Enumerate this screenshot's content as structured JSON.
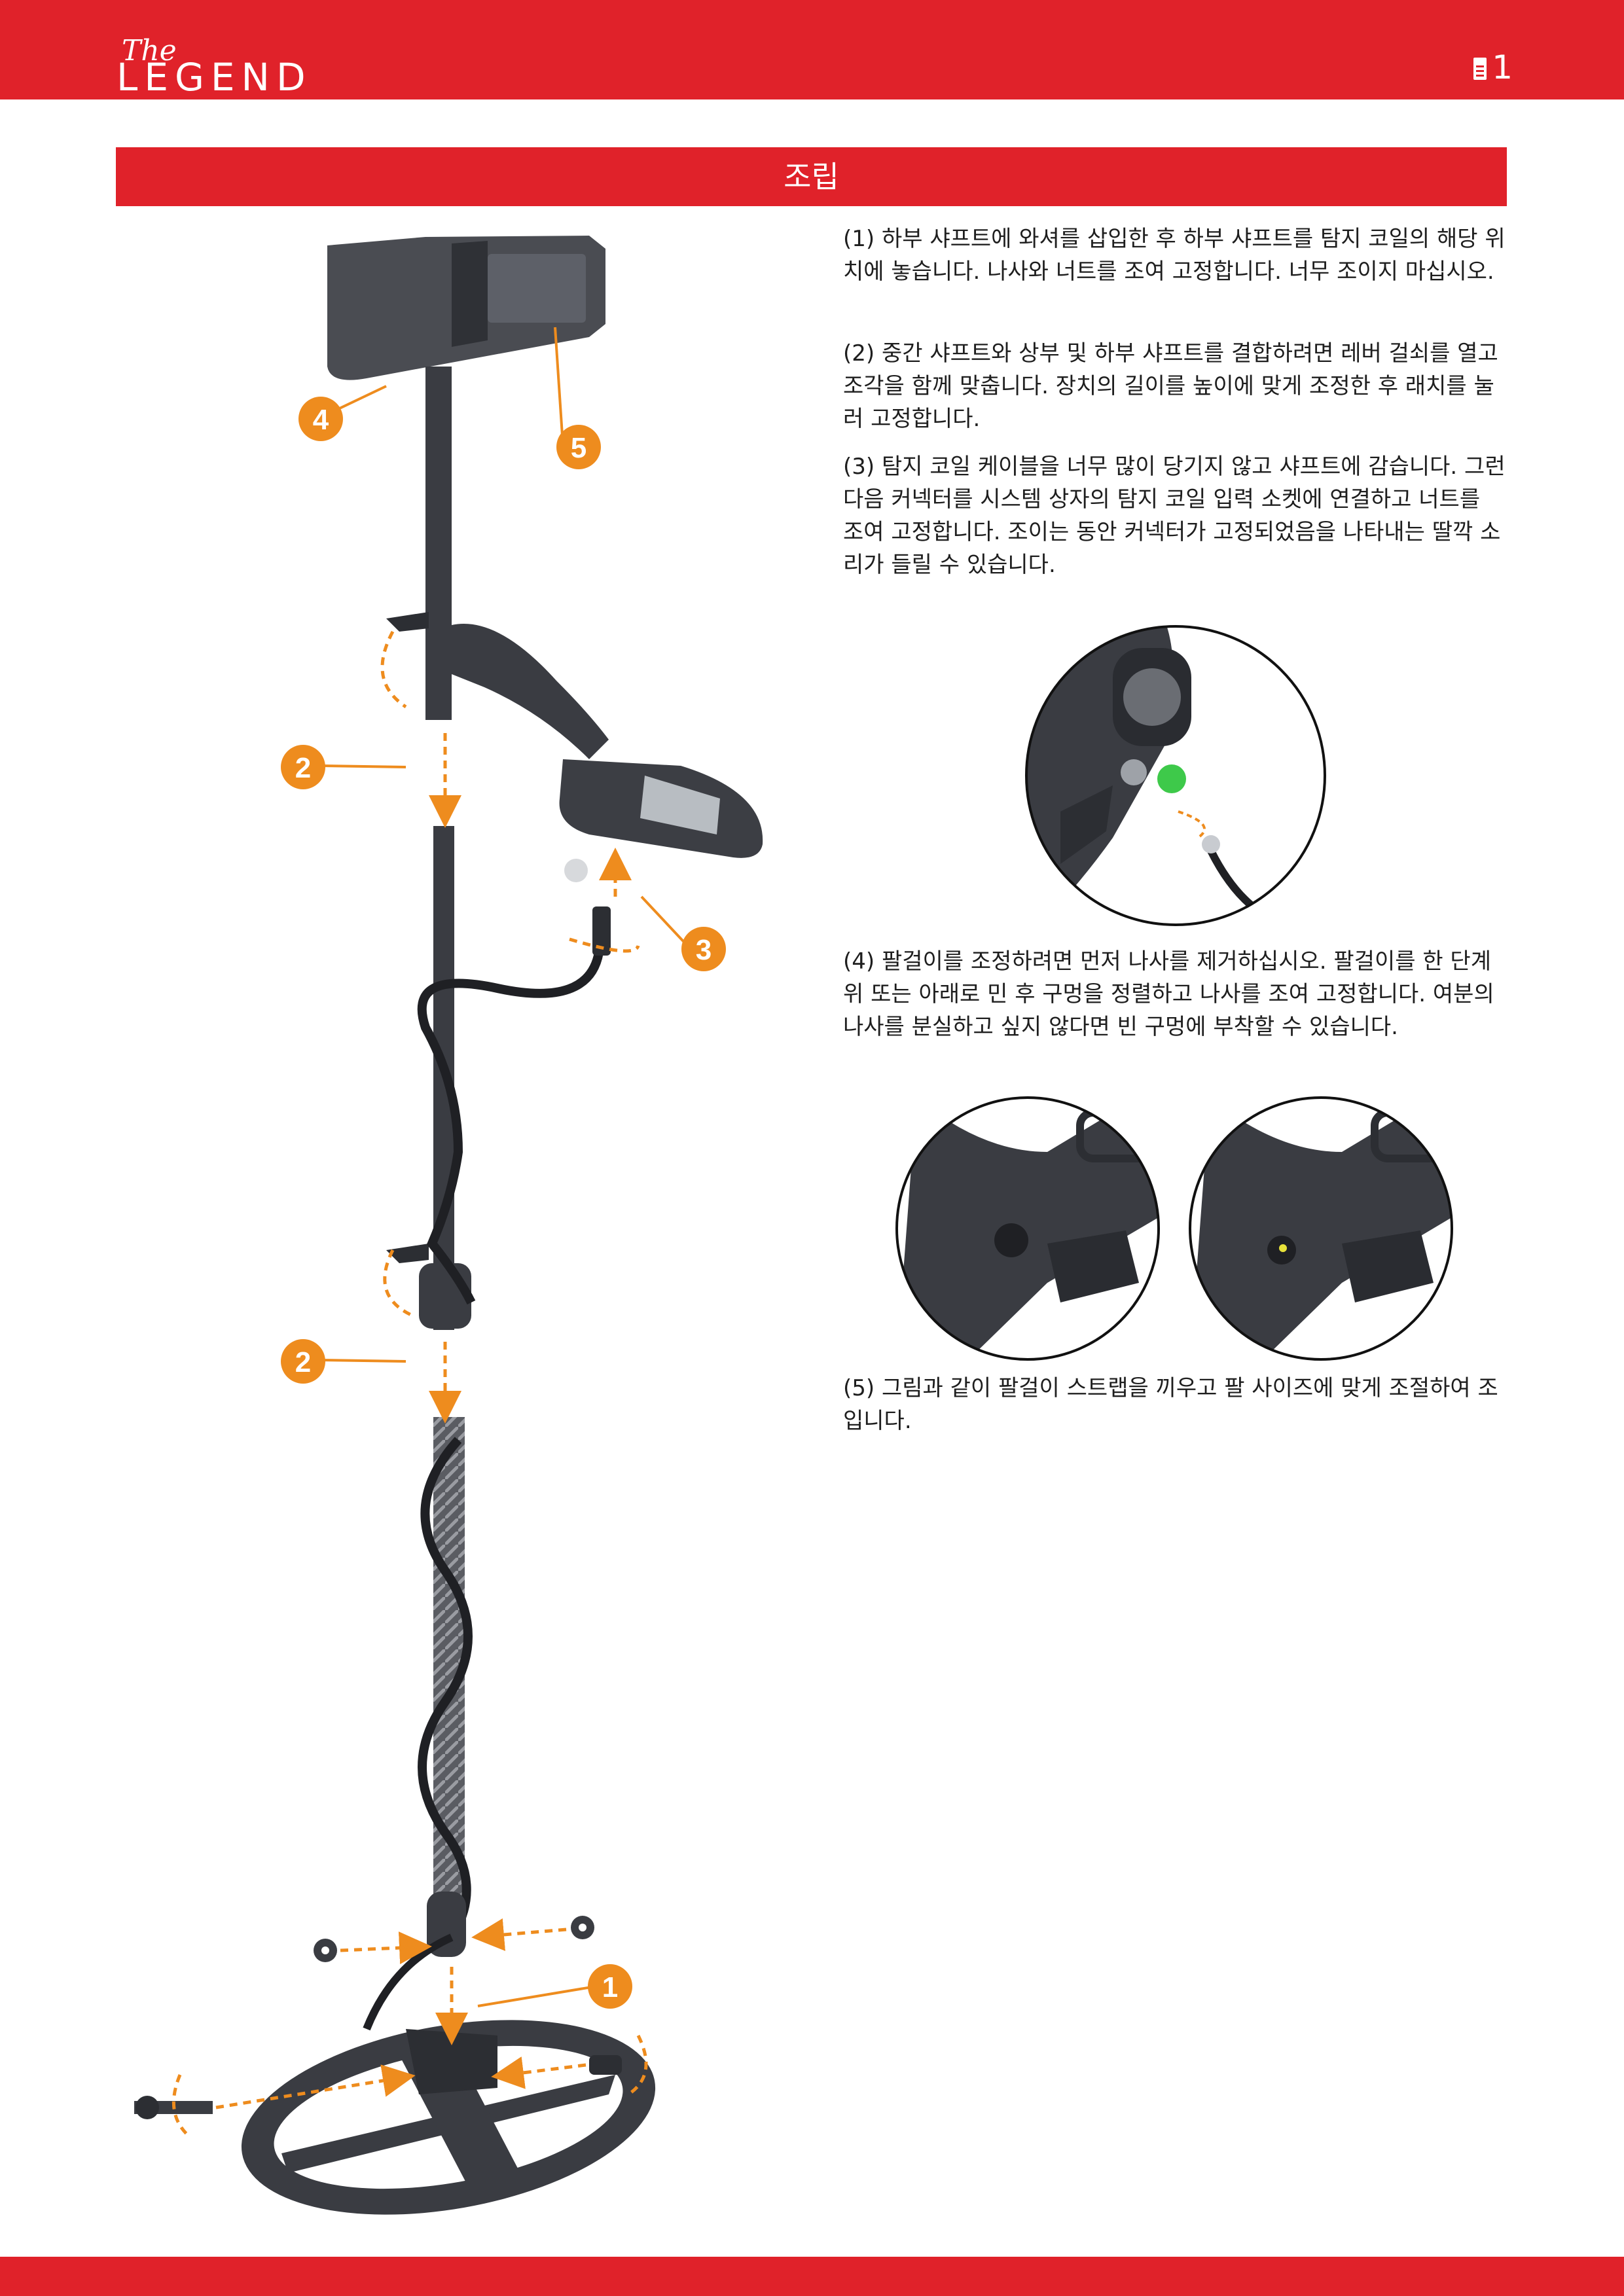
{
  "header": {
    "logo_script": "The",
    "logo_word": "LEGEND",
    "page_number": "1"
  },
  "section": {
    "title": "조립"
  },
  "steps": [
    {
      "text": "(1) 하부 샤프트에 와셔를 삽입한 후 하부 샤프트를 탐지 코일의 해당 위치에 놓습니다. 나사와 너트를 조여 고정합니다. 너무 조이지 마십시오."
    },
    {
      "text": "(2) 중간 샤프트와 상부 및 하부 샤프트를 결합하려면 레버 걸쇠를 열고 조각을 함께 맞춥니다. 장치의 길이를 높이에 맞게 조정한 후 래치를 눌러 고정합니다."
    },
    {
      "text": "(3) 탐지 코일 케이블을 너무 많이 당기지 않고 샤프트에 감습니다. 그런 다음 커넥터를 시스템 상자의 탐지 코일 입력 소켓에 연결하고 너트를 조여 고정합니다. 조이는 동안 커넥터가 고정되었음을 나타내는 딸깍 소리가 들릴 수 있습니다."
    },
    {
      "text": "(4) 팔걸이를 조정하려면 먼저 나사를 제거하십시오. 팔걸이를 한 단계 위 또는 아래로 민 후 구멍을 정렬하고 나사를 조여 고정합니다. 여분의 나사를 분실하고 싶지 않다면 빈 구멍에 부착할 수 있습니다."
    },
    {
      "text": "(5) 그림과 같이 팔걸이 스트랩을 끼우고 팔 사이즈에 맞게 조절하여 조입니다."
    }
  ],
  "callouts": [
    "1",
    "2",
    "2",
    "3",
    "4",
    "5"
  ],
  "colors": {
    "brand_red": "#e0222a",
    "callout_orange": "#ee8c1e",
    "device_gray": "#3a3c40"
  }
}
